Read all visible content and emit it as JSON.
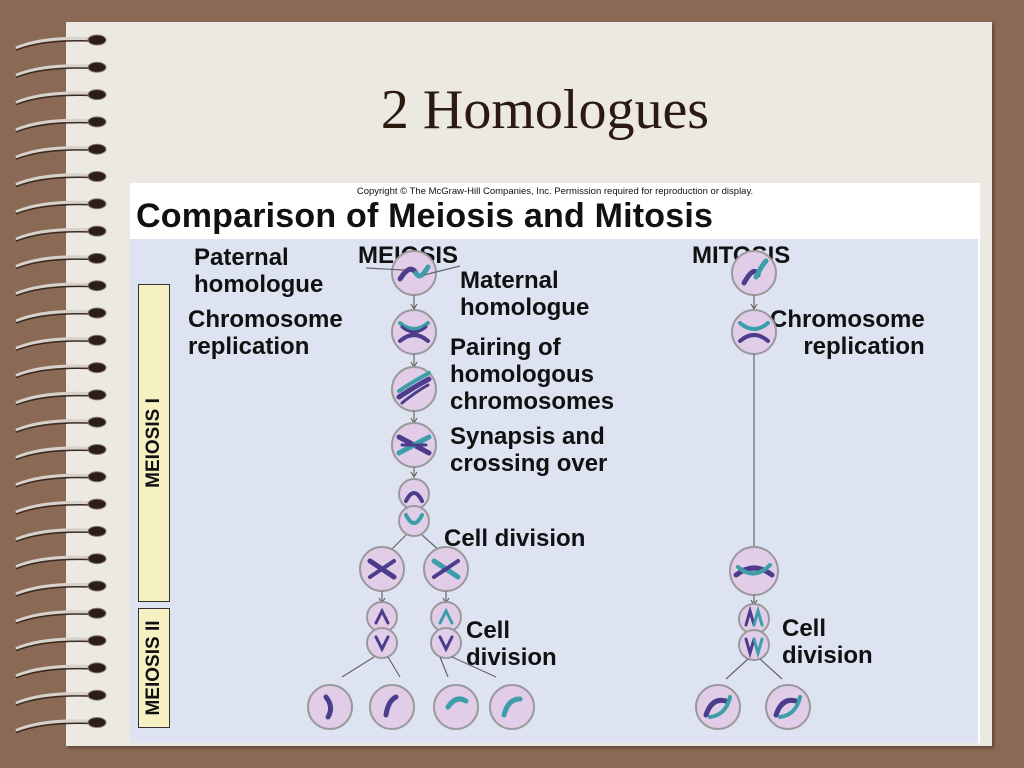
{
  "slide_title": "2 Homologues",
  "figure": {
    "copyright": "Copyright © The McGraw-Hill Companies, Inc. Permission required for reproduction or display.",
    "title": "Comparison of Meiosis and Mitosis",
    "meiosis_heading": "MEIOSIS",
    "mitosis_heading": "MITOSIS",
    "side_labels": {
      "meiosis_1": "MEIOSIS I",
      "meiosis_2": "MEIOSIS II"
    },
    "labels": {
      "paternal": "Paternal\nhomologue",
      "maternal": "Maternal\nhomologue",
      "replication_left": "Chromosome\nreplication",
      "pairing": "Pairing of\nhomologous\nchromosomes",
      "synapsis": "Synapsis and\ncrossing over",
      "division_1": "Cell division",
      "division_2": "Cell\ndivision",
      "replication_right": "Chromosome\nreplication",
      "mitosis_division": "Cell\ndivision"
    }
  },
  "colors": {
    "background": "#8a6a55",
    "paper": "#ece8e2",
    "panel": "#dde3f1",
    "cell": "#e2cde8",
    "paternal": "#4b3c8c",
    "maternal": "#3c9ea8",
    "sidebar": "#f6f1c2"
  }
}
